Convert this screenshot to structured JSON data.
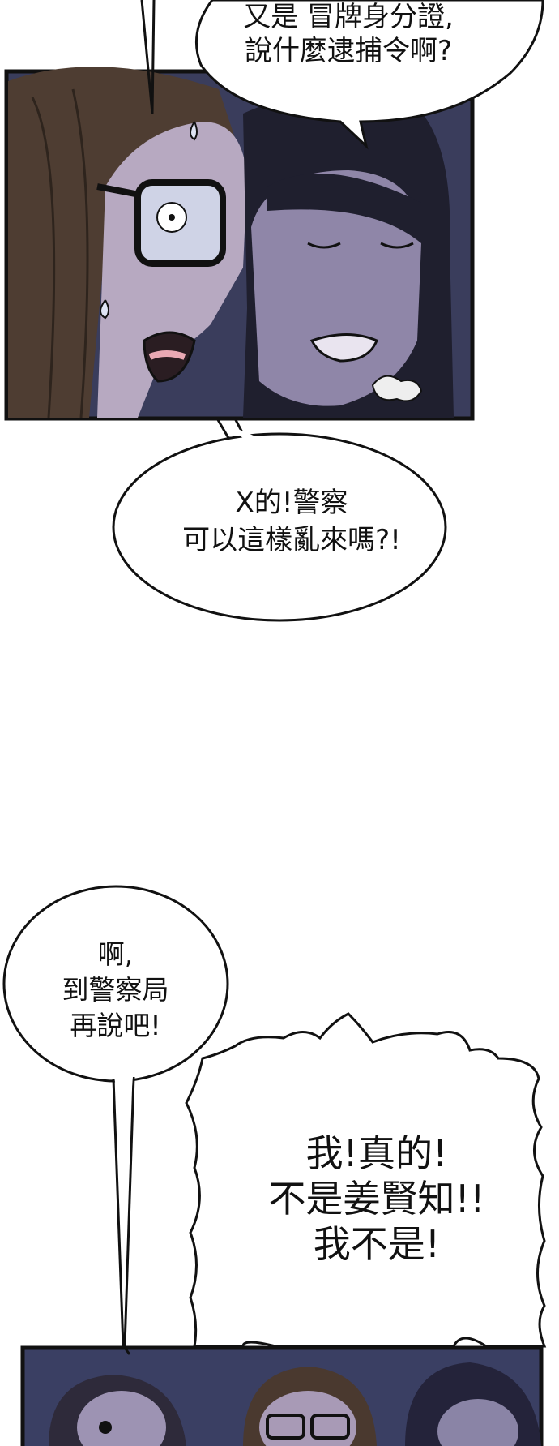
{
  "panels": [
    {
      "name": "panel-top",
      "description_colors": {
        "bg": "#3c3f5e",
        "hair": "#4b3b31",
        "skin": "#b9abc3",
        "border": "#111111"
      }
    },
    {
      "name": "panel-bottom",
      "description_colors": {
        "bg": "#3a3f63",
        "hair": "#3b2f2b",
        "border": "#111111"
      }
    }
  ],
  "bubbles": {
    "top": {
      "lines": [
        "又是 冒牌身分證,",
        "說什麼逮捕令啊?"
      ]
    },
    "middle": {
      "lines": [
        "X的!警察",
        "可以這樣亂來嗎?!"
      ]
    },
    "left": {
      "lines": [
        "啊,",
        "到警察局",
        "再說吧!"
      ]
    },
    "shout": {
      "lines": [
        "我!真的!",
        "不是姜賢知!!",
        "我不是!"
      ]
    }
  },
  "colors": {
    "ink": "#111111",
    "paper": "#ffffff",
    "panel_bg": "#3c3f5e"
  }
}
